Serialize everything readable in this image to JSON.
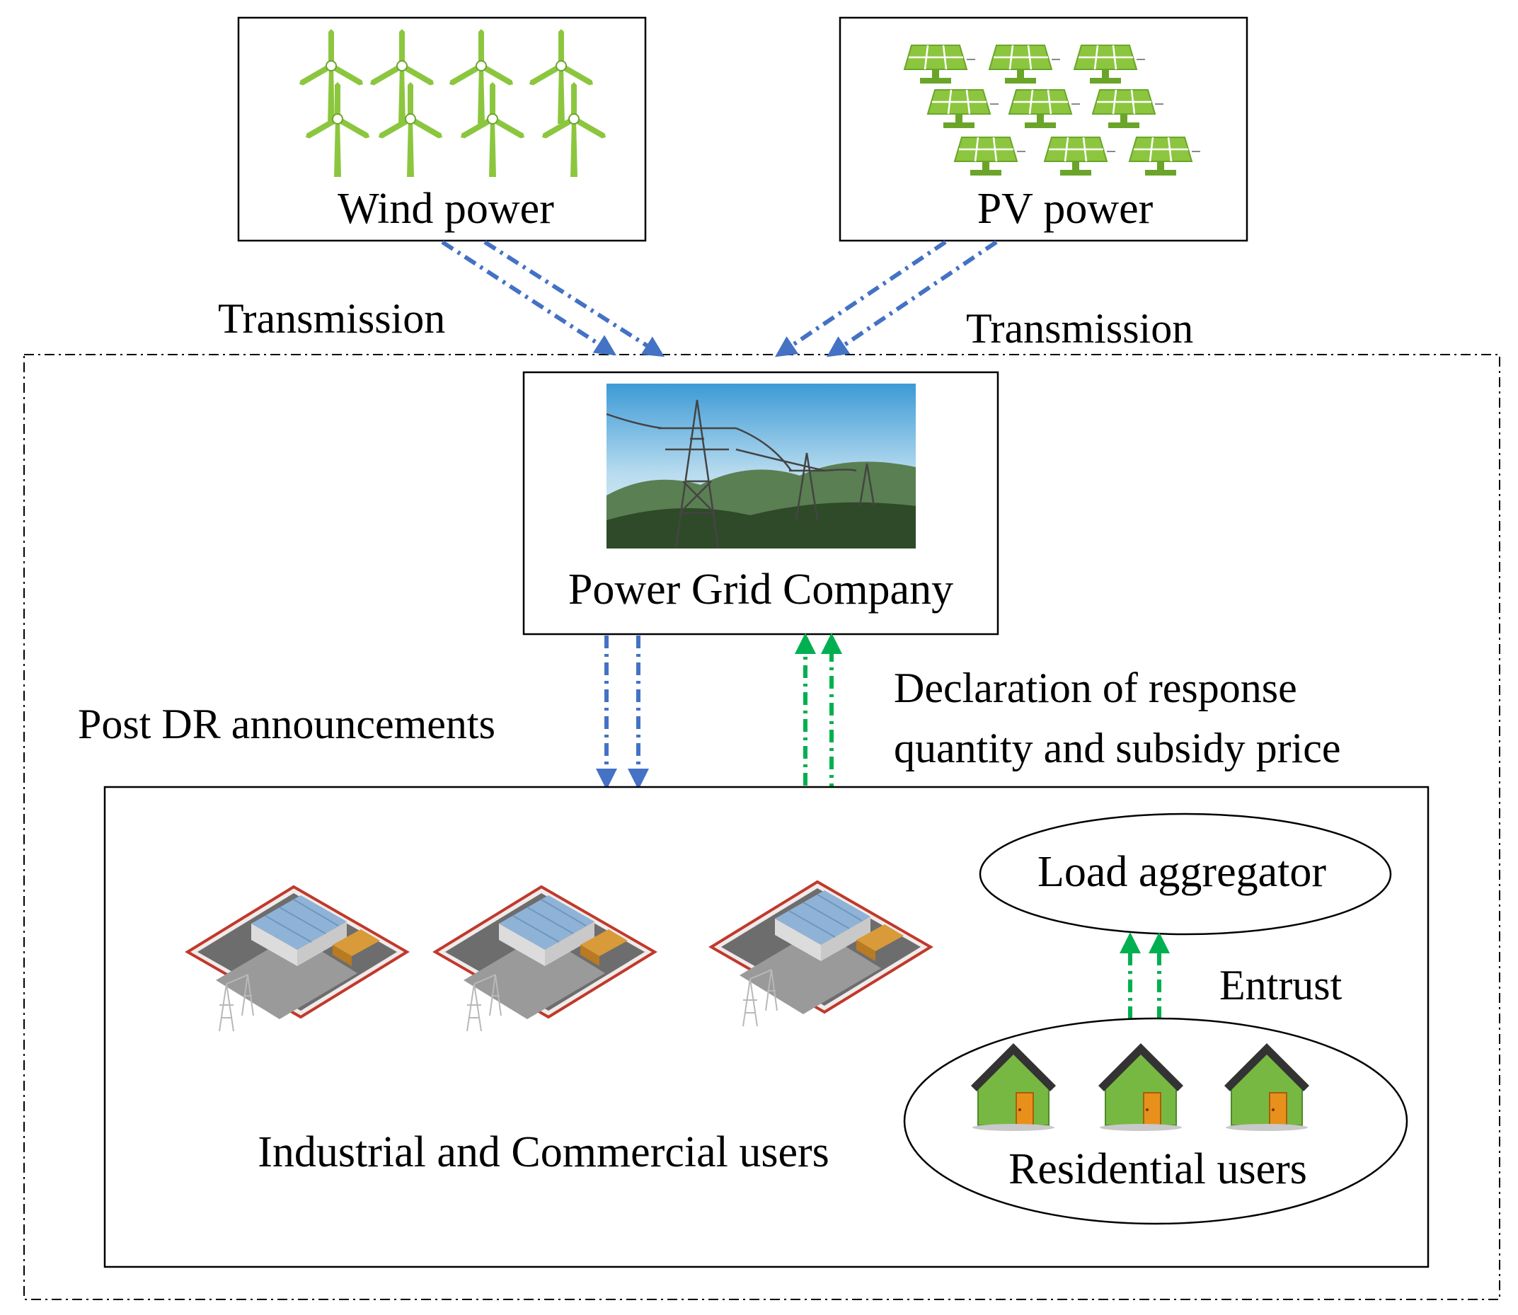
{
  "colors": {
    "blue_arrow": "#4472c4",
    "green_arrow": "#00b050",
    "icon_green": "#8cc63f",
    "icon_green_dark": "#6aa52a",
    "house_roof": "#333333",
    "house_door": "#e8901c",
    "factory_outline": "#c0392b"
  },
  "sources": {
    "wind": {
      "label": "Wind power",
      "icon": "wind-turbine-icon"
    },
    "pv": {
      "label": "PV power",
      "icon": "solar-panel-icon"
    }
  },
  "edges": {
    "transmission_left": "Transmission",
    "transmission_right": "Transmission",
    "post_dr": "Post DR announcements",
    "declaration_line1": "Declaration of response",
    "declaration_line2": "quantity and subsidy price",
    "entrust": "Entrust"
  },
  "grid_company": {
    "label": "Power Grid Company",
    "image": "transmission-tower-photo"
  },
  "users": {
    "industrial_label": "Industrial and Commercial users",
    "aggregator_label": "Load aggregator",
    "residential_label": "Residential users",
    "factory_icon": "factory-icon",
    "house_icon": "house-icon"
  }
}
